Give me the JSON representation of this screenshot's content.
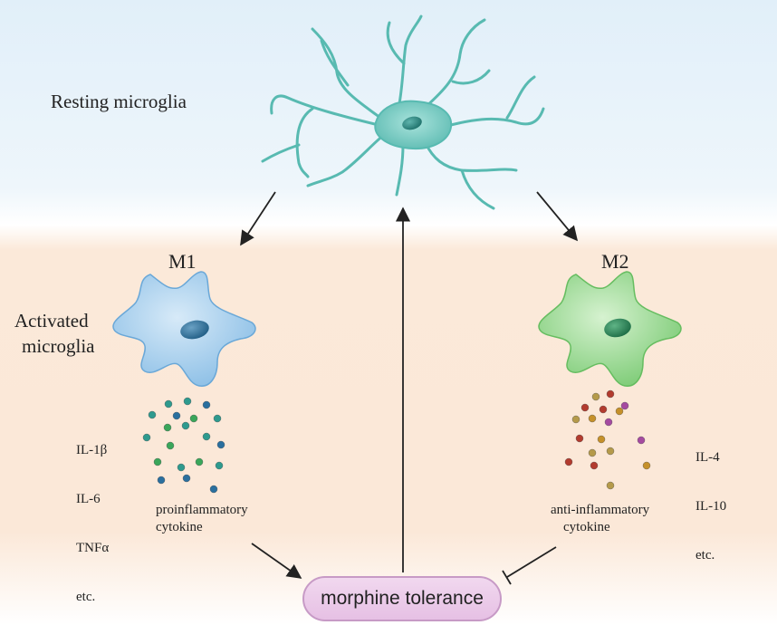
{
  "labels": {
    "resting": "Resting microglia",
    "activated_line1": "Activated",
    "activated_line2": "microglia",
    "m1": "M1",
    "m2": "M2",
    "m1_cytokines": [
      "IL-1β",
      "IL-6",
      "TNFα",
      "etc."
    ],
    "m2_cytokines": [
      "IL-4",
      "IL-10",
      "etc."
    ],
    "pro_line1": "proinflammatory",
    "pro_line2": "cytokine",
    "anti_line1": "anti-inflammatory",
    "anti_line2": "cytokine",
    "outcome": "morphine tolerance"
  },
  "colors": {
    "resting_band": "#e3f0fa",
    "activated_band": "#fbe7d6",
    "resting_cell": "#6fc7bf",
    "m1_cell": "#9dc8ea",
    "m2_cell": "#93d58d",
    "pill": "#ecc9ea"
  }
}
